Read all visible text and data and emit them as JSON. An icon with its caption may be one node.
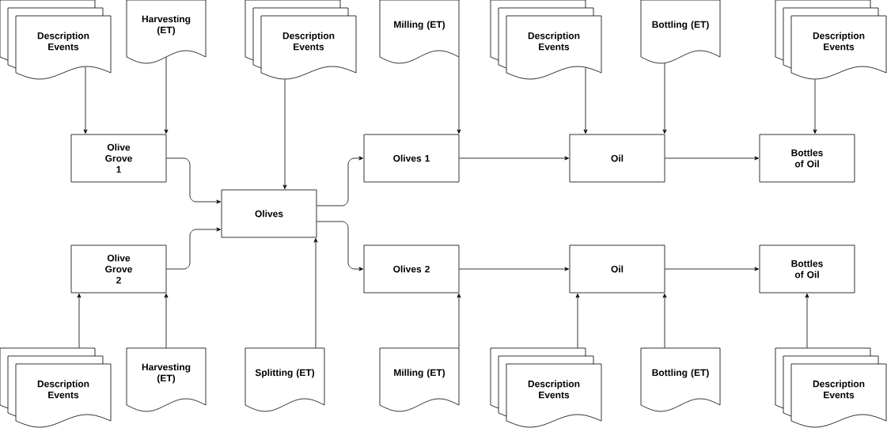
{
  "diagram": {
    "nodes": [
      {
        "text": [
          "Description Events"
        ]
      },
      {
        "text": [
          "Harvesting (ET)"
        ]
      },
      {
        "text": [
          "Description Events"
        ]
      },
      {
        "text": [
          "Milling (ET)"
        ]
      },
      {
        "text": [
          "Description Events"
        ]
      },
      {
        "text": [
          "Bottling (ET)"
        ]
      },
      {
        "text": [
          "Description Events"
        ]
      },
      {
        "text": [
          "Olive Grove 1"
        ]
      },
      {
        "text": [
          "Olives"
        ]
      },
      {
        "text": [
          "Olives 1"
        ]
      },
      {
        "text": [
          "Oil"
        ]
      },
      {
        "text": [
          "Bottles of Oil"
        ]
      },
      {
        "text": [
          "Olive Grove 2"
        ]
      },
      {
        "text": [
          "Olives 2"
        ]
      },
      {
        "text": [
          "Oil"
        ]
      },
      {
        "text": [
          "Bottles of Oil"
        ]
      },
      {
        "text": [
          "Description Events"
        ]
      },
      {
        "text": [
          "Harvesting (ET)"
        ]
      },
      {
        "text": [
          "Splitting (ET)"
        ]
      },
      {
        "text": [
          "Milling (ET)"
        ]
      },
      {
        "text": [
          "Description Events"
        ]
      },
      {
        "text": [
          "Bottling (ET)"
        ]
      },
      {
        "text": [
          "Description Events"
        ]
      }
    ],
    "edges": [
      {
        "from": 0,
        "to": 7,
        "arrow": "to"
      },
      {
        "from": 1,
        "to": 7,
        "arrow": "to"
      },
      {
        "from": 2,
        "to": 8,
        "arrow": "to"
      },
      {
        "from": 3,
        "to": 9,
        "arrow": "to"
      },
      {
        "from": 4,
        "to": 10,
        "arrow": "to"
      },
      {
        "from": 5,
        "to": 10,
        "arrow": "to"
      },
      {
        "from": 6,
        "to": 11,
        "arrow": "to"
      },
      {
        "from": 7,
        "to": 8,
        "arrow": "to"
      },
      {
        "from": 12,
        "to": 8,
        "arrow": "to"
      },
      {
        "from": 8,
        "to": 9,
        "arrow": "to"
      },
      {
        "from": 8,
        "to": 13,
        "arrow": "to"
      },
      {
        "from": 9,
        "to": 10,
        "arrow": "to"
      },
      {
        "from": 10,
        "to": 11,
        "arrow": "to"
      },
      {
        "from": 13,
        "to": 14,
        "arrow": "to"
      },
      {
        "from": 14,
        "to": 15,
        "arrow": "to"
      },
      {
        "from": 16,
        "to": 12,
        "arrow": "to"
      },
      {
        "from": 17,
        "to": 12,
        "arrow": "to"
      },
      {
        "from": 18,
        "to": 8,
        "arrow": "to"
      },
      {
        "from": 19,
        "to": 13,
        "arrow": "to"
      },
      {
        "from": 20,
        "to": 14,
        "arrow": "to"
      },
      {
        "from": 21,
        "to": 14,
        "arrow": "to"
      },
      {
        "from": 22,
        "to": 15,
        "arrow": "to"
      }
    ]
  }
}
